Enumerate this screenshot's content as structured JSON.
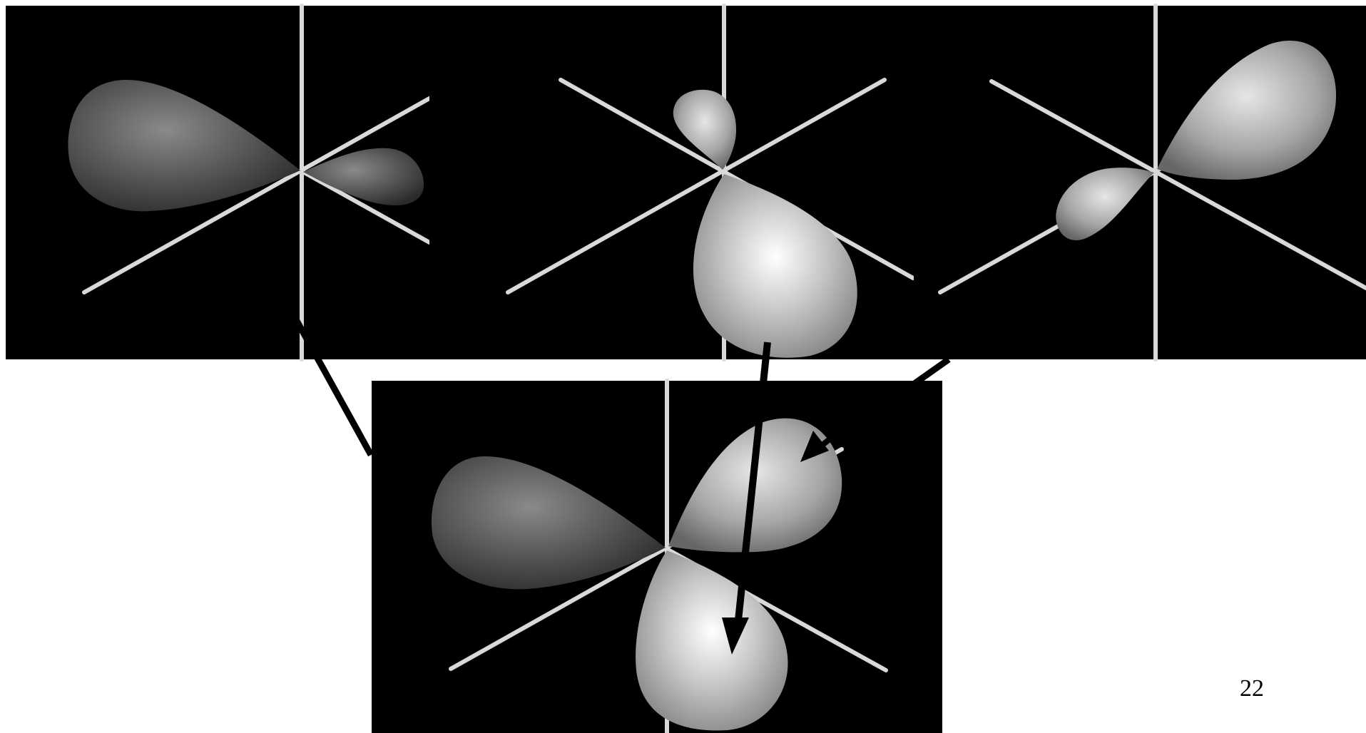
{
  "slide": {
    "page_number": "22",
    "background": "#ffffff"
  },
  "panels": [
    {
      "name": "orbital-panel-1",
      "lobes": [
        "large-lobe-left",
        "small-lobe-right"
      ]
    },
    {
      "name": "orbital-panel-2",
      "lobes": [
        "large-lobe-down",
        "small-lobe-up"
      ]
    },
    {
      "name": "orbital-panel-3",
      "lobes": [
        "large-lobe-upper-right",
        "small-lobe-lower-left"
      ]
    },
    {
      "name": "hybrid-orbital-panel",
      "lobes": [
        "lobe-left",
        "lobe-upper-right",
        "lobe-down"
      ]
    }
  ],
  "colors": {
    "panel_bg": "#000000",
    "axis": "#d9d9d9",
    "lobe_dark": "#5a5a5a",
    "lobe_light": "#d6d6d6",
    "connector": "#000000"
  },
  "connectors": [
    "panel-1-to-hybrid",
    "panel-2-to-hybrid",
    "panel-3-to-hybrid"
  ]
}
